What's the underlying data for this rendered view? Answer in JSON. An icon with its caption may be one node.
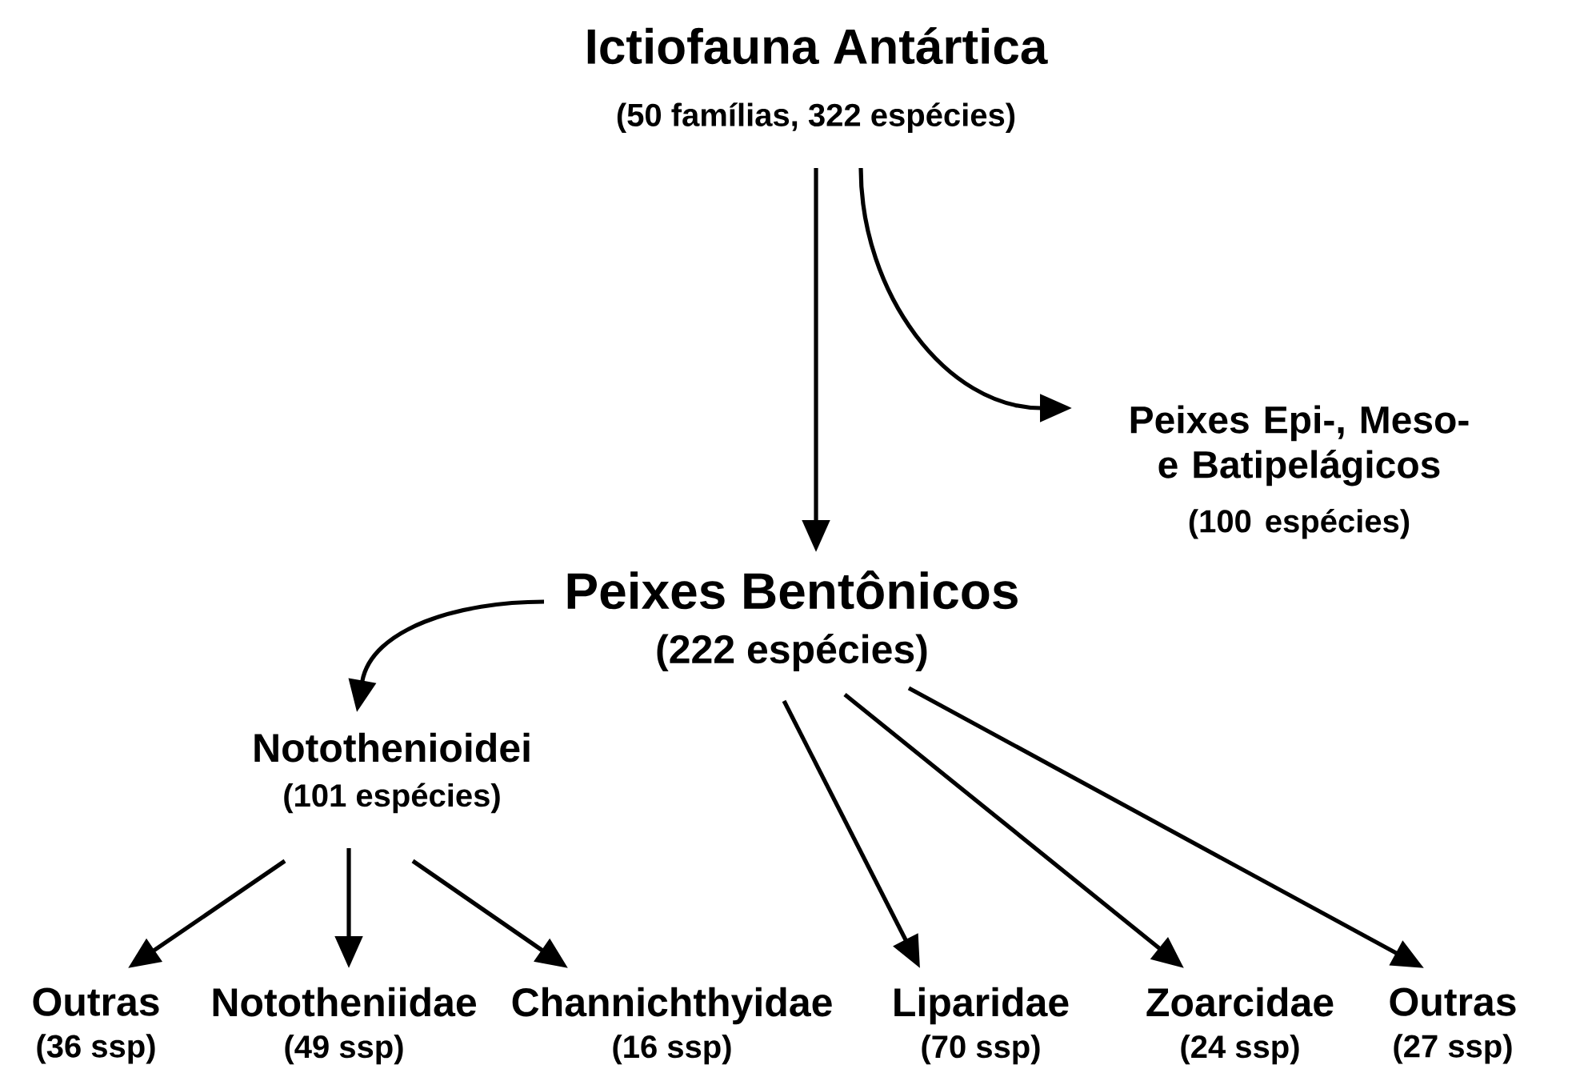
{
  "diagram": {
    "nodes": [
      {
        "text": [
          "Ictiofauna Antártica",
          "(50 famílias, 322 espécies)"
        ]
      },
      {
        "text": [
          "Peixes Epi-, Meso- e Batipelágicos",
          "(100 espécies)"
        ]
      },
      {
        "text": [
          "Peixes Bentônicos",
          "(222 espécies)"
        ]
      },
      {
        "text": [
          "Notothenioidei",
          "(101 espécies)"
        ]
      },
      {
        "text": [
          "Outras",
          "(36 ssp)"
        ]
      },
      {
        "text": [
          "Nototheniidae",
          "(49 ssp)"
        ]
      },
      {
        "text": [
          "Channichthyidae",
          "(16 ssp)"
        ]
      },
      {
        "text": [
          "Liparidae",
          "(70 ssp)"
        ]
      },
      {
        "text": [
          "Zoarcidae",
          "(24 ssp)"
        ]
      },
      {
        "text": [
          "Outras",
          "(27 ssp)"
        ]
      }
    ],
    "edges": [
      {
        "from": 0,
        "to": 2,
        "arrow": "to"
      },
      {
        "from": 0,
        "to": 1,
        "arrow": "to"
      },
      {
        "from": 2,
        "to": 3,
        "arrow": "to"
      },
      {
        "from": 3,
        "to": 4,
        "arrow": "to"
      },
      {
        "from": 3,
        "to": 5,
        "arrow": "to"
      },
      {
        "from": 3,
        "to": 6,
        "arrow": "to"
      },
      {
        "from": 2,
        "to": 7,
        "arrow": "to"
      },
      {
        "from": 2,
        "to": 8,
        "arrow": "to"
      },
      {
        "from": 2,
        "to": 9,
        "arrow": "to"
      }
    ]
  }
}
